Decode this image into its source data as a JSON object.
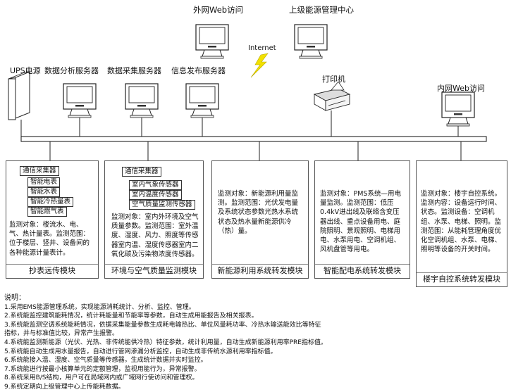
{
  "top_labels": {
    "external_web": "外网Web访问",
    "center": "上级能源管理中心",
    "internet": "Internet"
  },
  "devices": {
    "ups": "UPS电源",
    "analysis_server": "数据分析服务器",
    "collect_server": "数据采集服务器",
    "publish_server": "信息发布服务器",
    "printer": "打印机",
    "intranet_web": "内网Web访问"
  },
  "modules": [
    {
      "title": "抄表远传模块",
      "tags": [
        "通信采集器",
        "智能电表",
        "智能水表",
        "智能冷热量表",
        "智能燃气表"
      ],
      "desc": "监测对象：楼流水、电、气、热计量表。监测范围：位于楼层、竖井、设备间的各种能源计量表计。"
    },
    {
      "title": "环境与空气质量监测模块",
      "tags": [
        "通信采集器",
        "室内气象传感器",
        "室内温度传感器",
        "空气质量监测传感器"
      ],
      "desc": "监测对象：室内外环境及空气质量参数。监测范围：室外温度、湿度、风力、照度等传感器室内温、湿度传感器室内二氧化碳及污染物浓度传感器。"
    },
    {
      "title": "新能源利用系统转发模块",
      "tags": [],
      "desc": "监测对象：新能源利用量监测。监测范围：光伏发电量及系统状态参数光热水系统状态及热水量新能源供冷（热）量。"
    },
    {
      "title": "智能配电系统转发模块",
      "tags": [],
      "desc": "监测对象：PMS系统—用电量监测。监测范围：低压0.4kV进出线及联络含变压器出线、重点设备用电、庭院照明、景观照明、电梯用电、水泵用电、空调机组、风机盘管等用电。"
    },
    {
      "title": "楼宇自控系统转发模块",
      "tags": [],
      "desc": "监测对象：楼宇自控系统。监测内容：设备运行时间、状态。监测设备：空调机组、水泵、电梯、照明。监测范围：从能耗管理角度优化空调机组、水泵、电梯、照明等设备的开关时间。"
    }
  ],
  "notes": {
    "title": "说明：",
    "items": [
      "1.采用EMS能源管理系统，实现能源消耗统计、分析、监控、管理。",
      "2.系统能监控建筑能耗情况，统计耗能量和节能率等参数，自动生成用能报告及相关报表。",
      "3.系统能监测空调系统能耗情况，依据采集能量参数生成耗电输热比、单位风量耗功率、冷热水输送能效比等特征",
      "  指标，并与标准值比较，异常产生报警。",
      "4.系统能监测新能源（光伏、光热、非传统能供冷热）特征参数，统计利用量，自动生成新能源利用率PRE指标值。",
      "5.系统能自动生成用水量报告，自动进行管网渗漏分析监控，自动生成非传统水源利用率指标值。",
      "6.系统能接入温、湿度、空气质量等传感器，生成统计数据并实时监控。",
      "7.系统能进行按最小核算单元的定额管理，监视用能行为，异常报警。",
      "8.系统采用B/S结构，用户可在局域网内或广域网行使访问和管理权。",
      "9.系统定期向上级管理中心上传能耗数据。"
    ]
  }
}
